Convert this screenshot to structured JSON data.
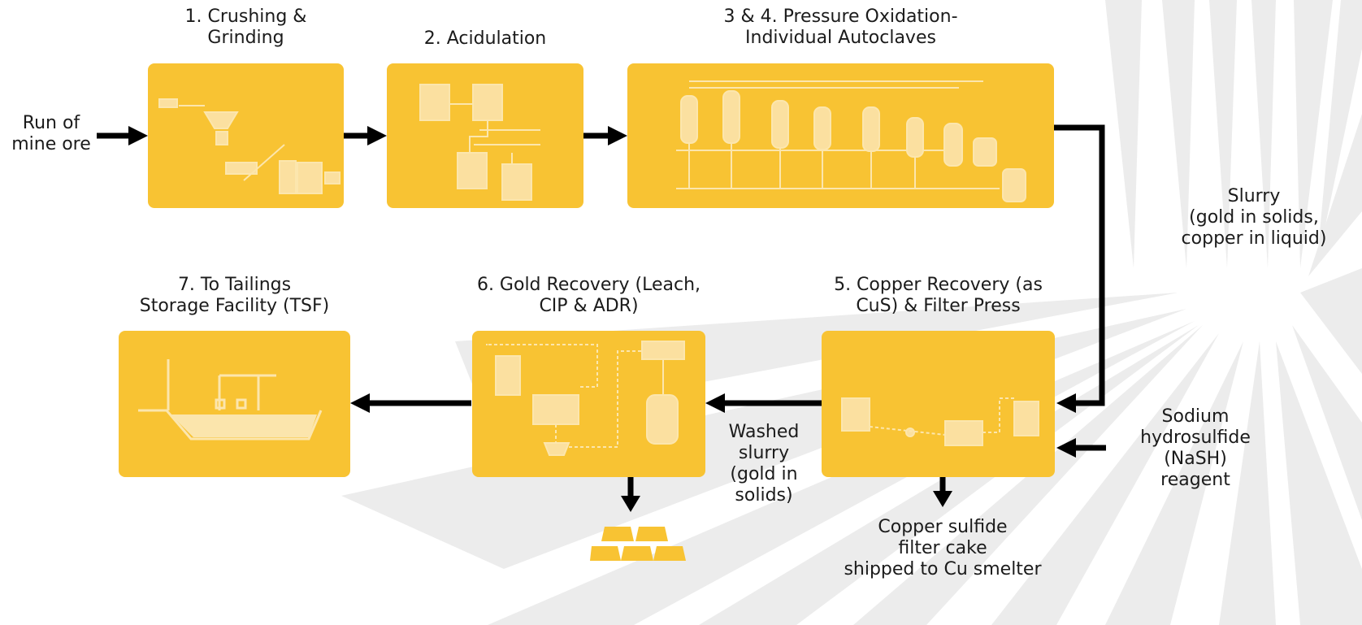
{
  "colors": {
    "box_fill": "#F8C333",
    "box_line": "#FBE3A6",
    "arrow": "#000000",
    "background_rays": "#E9E9E9"
  },
  "inputs": {
    "run_of_mine": {
      "line1": "Run of",
      "line2": "mine ore"
    }
  },
  "stages": {
    "s1": {
      "line1": "1. Crushing &",
      "line2": "Grinding"
    },
    "s2": {
      "line1": "2. Acidulation"
    },
    "s34": {
      "line1": "3 & 4. Pressure Oxidation-",
      "line2": "Individual Autoclaves"
    },
    "s5": {
      "line1": "5. Copper Recovery (as",
      "line2": "CuS) & Filter Press"
    },
    "s6": {
      "line1": "6. Gold Recovery (Leach,",
      "line2": "CIP & ADR)"
    },
    "s7": {
      "line1": "7. To Tailings",
      "line2": "Storage Facility (TSF)"
    }
  },
  "flows": {
    "slurry": {
      "line1": "Slurry",
      "line2": "(gold in solids,",
      "line3": "copper in liquid)"
    },
    "washed": {
      "line1": "Washed",
      "line2": "slurry",
      "line3": "(gold in",
      "line4": "solids)"
    },
    "reagent": {
      "line1": "Sodium",
      "line2": "hydrosulfide",
      "line3": "(NaSH)",
      "line4": "reagent"
    },
    "copper_cake": {
      "line1": "Copper sulfide",
      "line2": "filter cake",
      "line3": "shipped to Cu smelter"
    }
  },
  "icons": {
    "gold": "gold-bars-icon",
    "autoclaves": "autoclave-train-icon"
  }
}
